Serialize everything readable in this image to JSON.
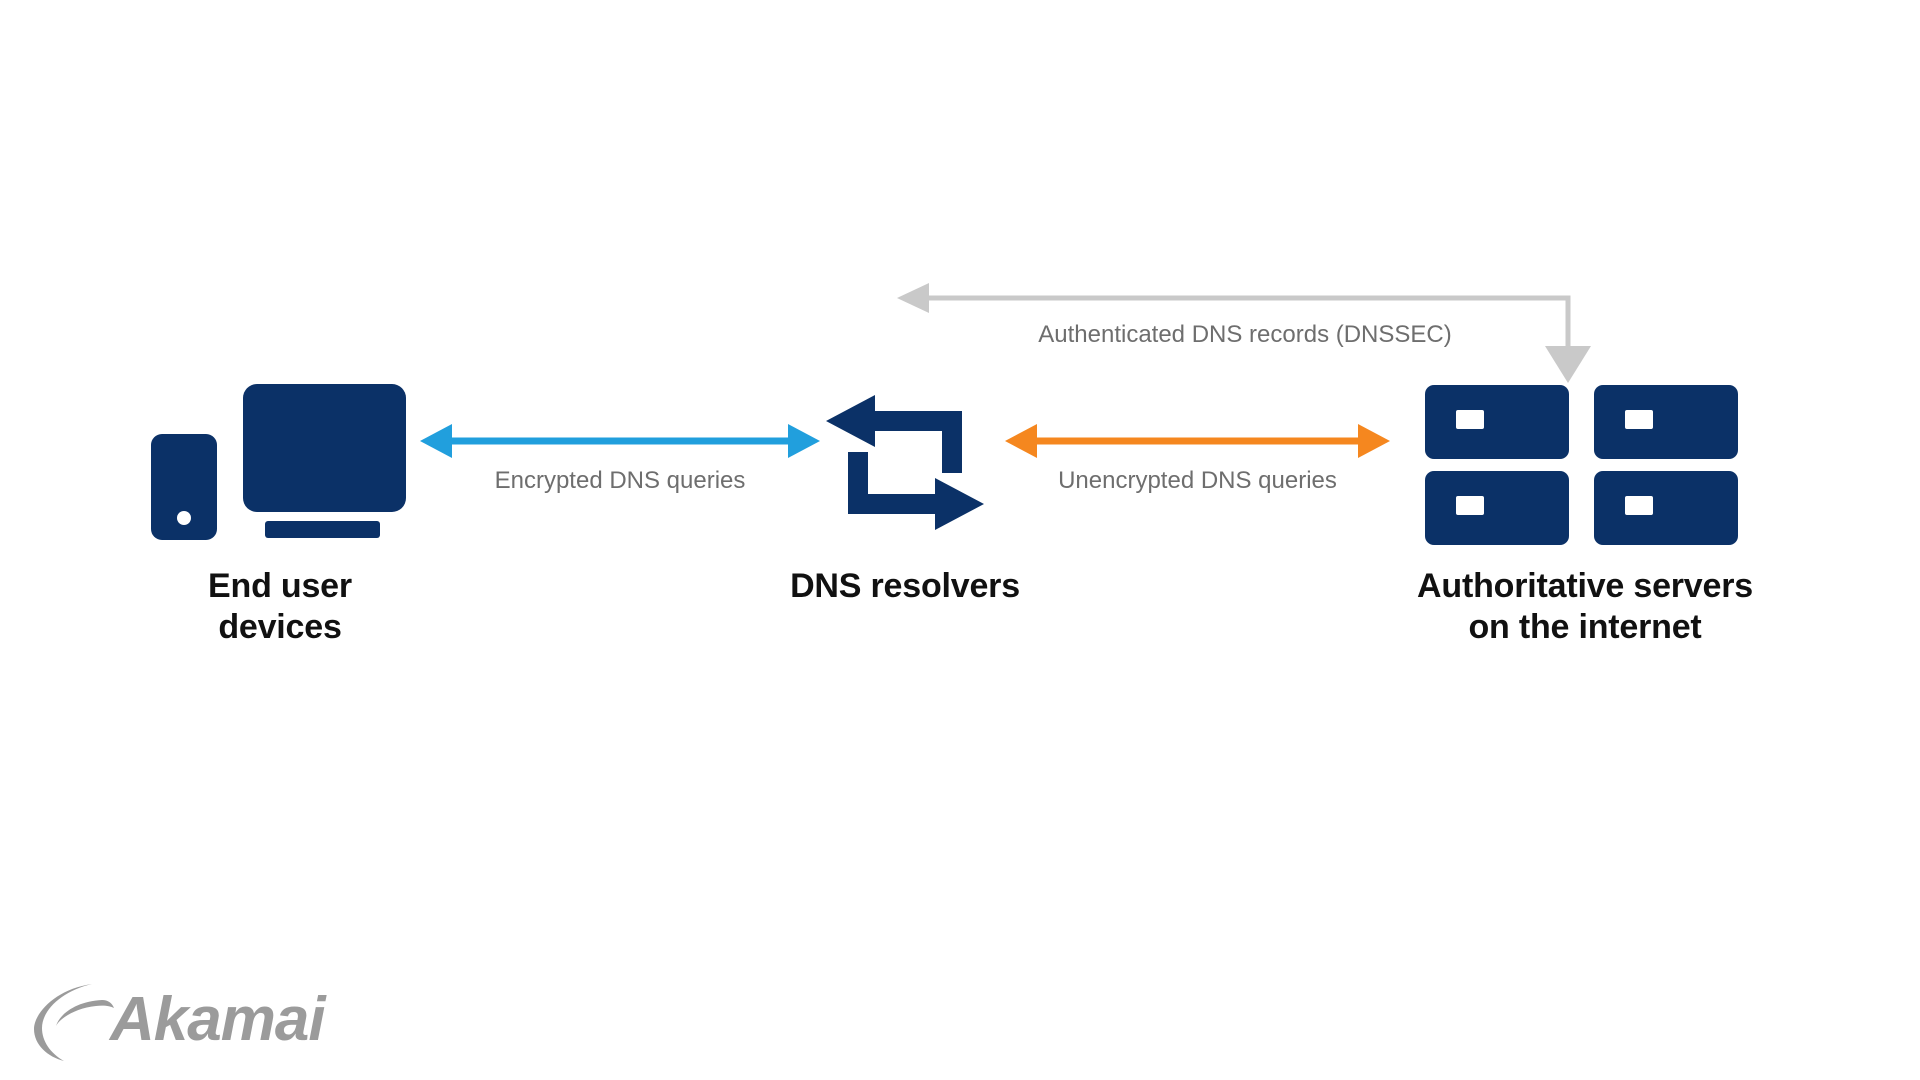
{
  "diagram": {
    "title": "DNS query and response flow with encryption and DNSSEC",
    "background_color": "#ffffff"
  },
  "colors": {
    "navy": "#0b3167",
    "encrypted_blue": "#219fdd",
    "unencrypted_orange": "#f5871f",
    "dnssec_gray": "#c9c9c9",
    "label_gray": "#6e6e6e",
    "node_label_black": "#111111",
    "logo_gray": "#9b9b9b"
  },
  "nodes": [
    {
      "id": "end-user-devices",
      "label": "End user\ndevices",
      "icon": "devices-phone-monitor-icon"
    },
    {
      "id": "dns-resolvers",
      "label": "DNS resolvers",
      "icon": "sync-arrows-icon"
    },
    {
      "id": "authoritative-servers",
      "label": "Authoritative servers\non the internet",
      "icon": "server-rack-icon"
    }
  ],
  "flows": [
    {
      "id": "encrypted-dns-queries",
      "label": "Encrypted DNS queries",
      "color": "#219fdd",
      "style": "double-headed-straight",
      "from": "end-user-devices",
      "to": "dns-resolvers"
    },
    {
      "id": "unencrypted-dns-queries",
      "label": "Unencrypted DNS queries",
      "color": "#f5871f",
      "style": "double-headed-straight",
      "from": "dns-resolvers",
      "to": "authoritative-servers"
    },
    {
      "id": "authenticated-dns-records",
      "label": "Authenticated DNS records (DNSSEC)",
      "color": "#c9c9c9",
      "style": "double-headed-elbow",
      "from": "authoritative-servers",
      "to": "dns-resolvers"
    }
  ],
  "logo": {
    "name": "Akamai",
    "wordmark": "Akamai",
    "color": "#9b9b9b"
  }
}
